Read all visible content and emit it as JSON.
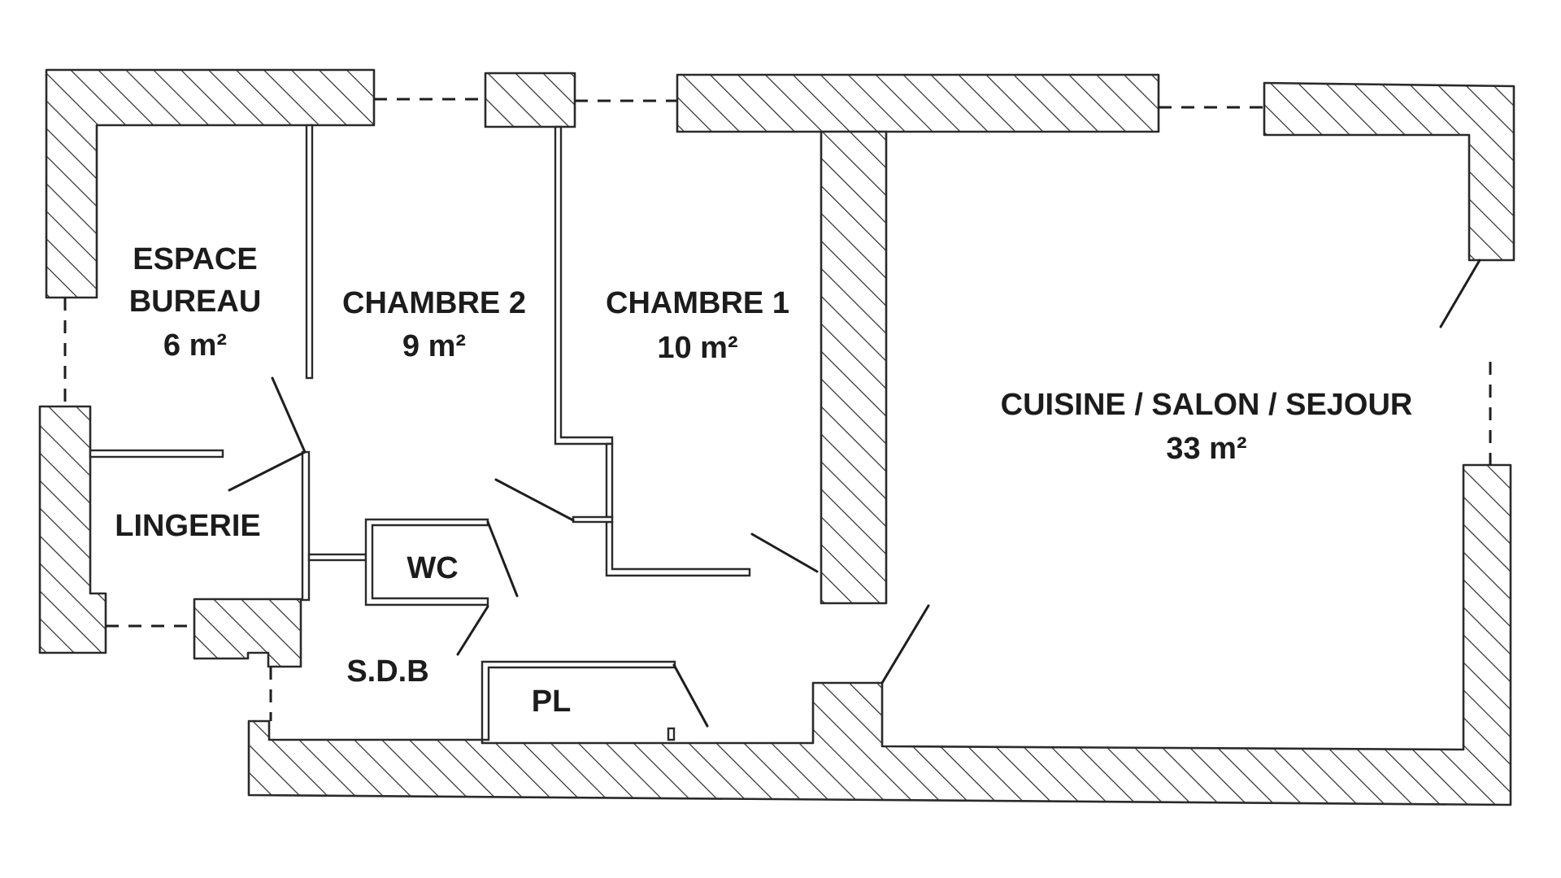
{
  "rooms": {
    "espace_bureau": {
      "name_line1": "ESPACE",
      "name_line2": "BUREAU",
      "area": "6 m²"
    },
    "chambre_2": {
      "name": "CHAMBRE 2",
      "area": "9 m²"
    },
    "chambre_1": {
      "name": "CHAMBRE 1",
      "area": "10 m²"
    },
    "cuisine_salon_sejour": {
      "name": "CUISINE / SALON / SEJOUR",
      "area": "33 m²"
    },
    "lingerie": {
      "name": "LINGERIE"
    },
    "wc": {
      "name": "WC"
    },
    "sdb": {
      "name": "S.D.B"
    },
    "pl": {
      "name": "PL"
    }
  },
  "colors": {
    "ink": "#1c1c1c",
    "background": "#ffffff"
  }
}
